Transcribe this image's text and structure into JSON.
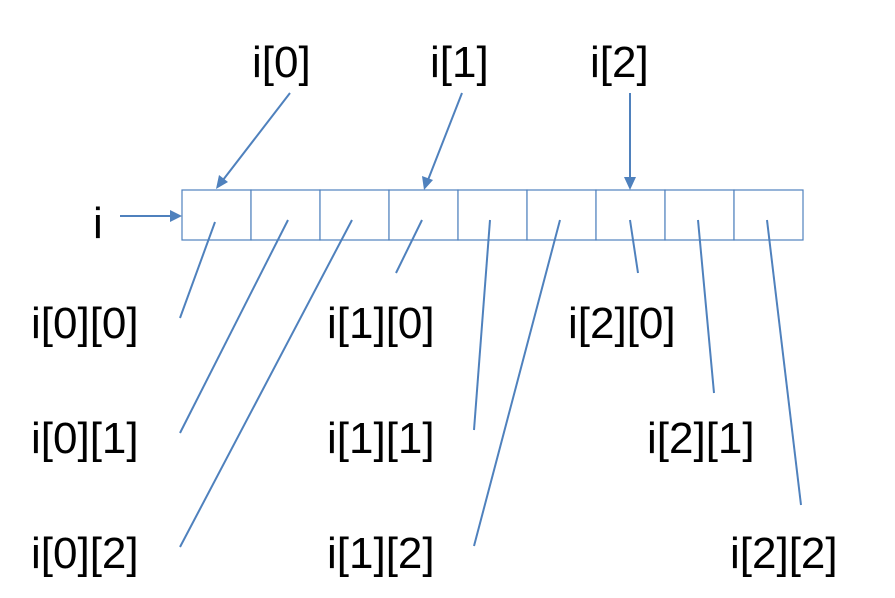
{
  "colors": {
    "line": "#4f81bd",
    "text": "#000000",
    "background": "#ffffff"
  },
  "base_pointer": "i",
  "top_pointers": [
    "i[0]",
    "i[1]",
    "i[2]"
  ],
  "array_cells": 9,
  "element_labels": [
    "i[0][0]",
    "i[0][1]",
    "i[0][2]",
    "i[1][0]",
    "i[1][1]",
    "i[1][2]",
    "i[2][0]",
    "i[2][1]",
    "i[2][2]"
  ]
}
